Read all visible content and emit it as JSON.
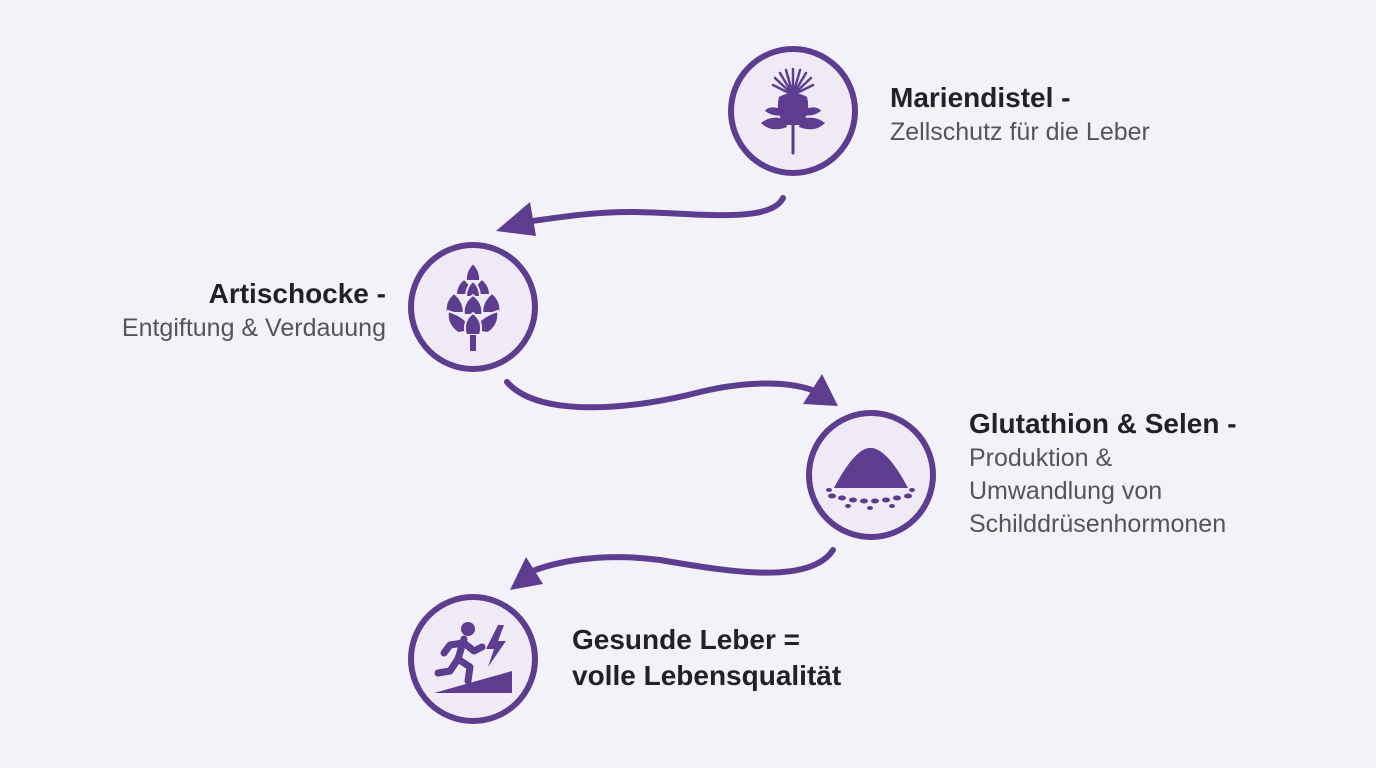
{
  "colors": {
    "background": "#f4f2f9",
    "accent": "#5c3d8f",
    "circle_fill": "#efeaf6",
    "title_text": "#222126",
    "desc_text": "#55535c"
  },
  "steps": [
    {
      "icon": "thistle-icon",
      "title": "Mariendistel -",
      "desc_lines": [
        "Zellschutz für die Leber"
      ]
    },
    {
      "icon": "artichoke-icon",
      "title": "Artischocke -",
      "desc_lines": [
        "Entgiftung & Verdauung"
      ]
    },
    {
      "icon": "powder-pile-icon",
      "title": "Glutathion & Selen -",
      "desc_lines": [
        "Produktion &",
        "Umwandlung von",
        "Schilddrüsenhormonen"
      ]
    },
    {
      "icon": "running-person-energy-icon",
      "title_lines": [
        "Gesunde Leber =",
        "volle Lebensqualität"
      ]
    }
  ]
}
